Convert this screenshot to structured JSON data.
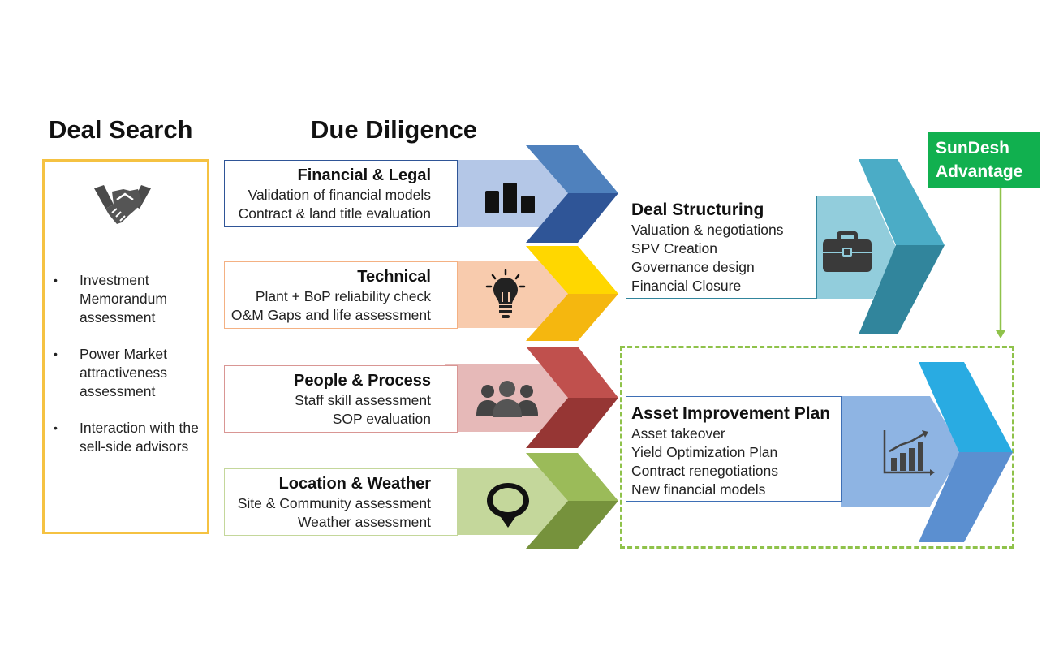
{
  "headings": {
    "deal_search": "Deal Search",
    "due_diligence": "Due Diligence"
  },
  "deal_search": {
    "icon": "handshake-icon",
    "bullets": [
      "Investment Memorandum assessment",
      "Power Market attractiveness assessment",
      "Interaction with the sell-side advisors"
    ]
  },
  "due_diligence": [
    {
      "title": "Financial & Legal",
      "lines": [
        "Validation of financial models",
        "Contract & land title evaluation"
      ],
      "icon": "bar-chart-icon",
      "color": "#4F81BD"
    },
    {
      "title": "Technical",
      "lines": [
        "Plant + BoP reliability check",
        "O&M Gaps and life assessment"
      ],
      "icon": "lightbulb-icon",
      "color": "#FFC000"
    },
    {
      "title": "People & Process",
      "lines": [
        "Staff skill assessment",
        "SOP evaluation"
      ],
      "icon": "people-icon",
      "color": "#C0504D"
    },
    {
      "title": "Location & Weather",
      "lines": [
        "Site & Community assessment",
        "Weather assessment"
      ],
      "icon": "location-pin-icon",
      "color": "#9BBB59"
    }
  ],
  "deal_structuring": {
    "title": "Deal Structuring",
    "lines": [
      "Valuation & negotiations",
      "SPV Creation",
      "Governance design",
      "Financial Closure"
    ],
    "icon": "briefcase-icon",
    "color": "#4BACC6"
  },
  "asset_improvement": {
    "title": "Asset Improvement Plan",
    "lines": [
      "Asset takeover",
      "Yield Optimization Plan",
      "Contract renegotiations",
      "New financial models"
    ],
    "icon": "growth-chart-icon",
    "color": "#29ABE2"
  },
  "badge": {
    "line1": "SunDesh",
    "line2": "Advantage",
    "color": "#11B04F"
  }
}
